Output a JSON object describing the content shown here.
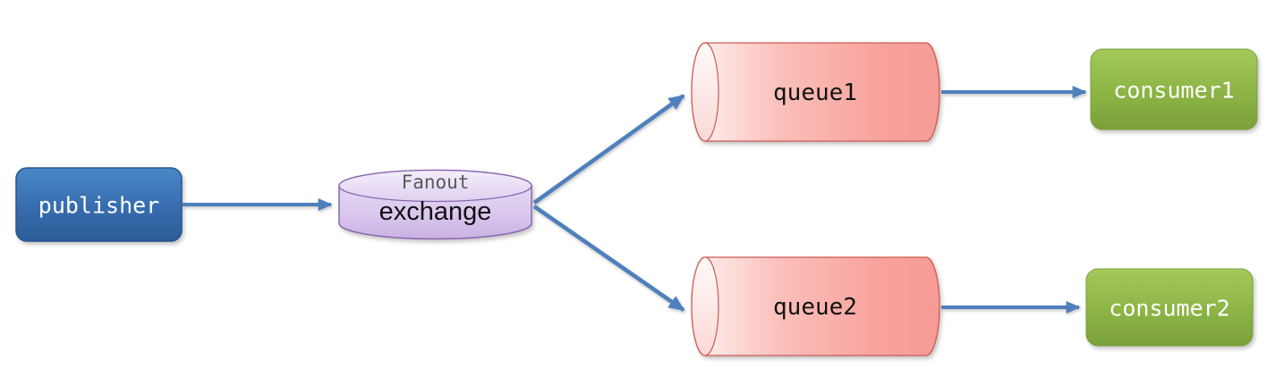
{
  "nodes": {
    "publisher": {
      "label": "publisher",
      "shape": "rounded-rect",
      "fill": "#3a76b7",
      "text_color": "#ffffff"
    },
    "exchange": {
      "label": "exchange",
      "type_label": "Fanout",
      "shape": "cylinder",
      "fill": "#d9c8ec",
      "text_color": "#000000",
      "type_text_color": "#595959"
    },
    "queue1": {
      "label": "queue1",
      "shape": "horizontal-cylinder",
      "fill": "#f89d98",
      "text_color": "#000000"
    },
    "queue2": {
      "label": "queue2",
      "shape": "horizontal-cylinder",
      "fill": "#f89d98",
      "text_color": "#000000"
    },
    "consumer1": {
      "label": "consumer1",
      "shape": "rounded-rect",
      "fill": "#8fb84a",
      "text_color": "#ffffff"
    },
    "consumer2": {
      "label": "consumer2",
      "shape": "rounded-rect",
      "fill": "#8fb84a",
      "text_color": "#ffffff"
    }
  },
  "edges": [
    {
      "from": "publisher",
      "to": "exchange"
    },
    {
      "from": "exchange",
      "to": "queue1"
    },
    {
      "from": "exchange",
      "to": "queue2"
    },
    {
      "from": "queue1",
      "to": "consumer1"
    },
    {
      "from": "queue2",
      "to": "consumer2"
    }
  ],
  "colors": {
    "arrow": "#4d80bd",
    "background": "#ffffff",
    "queue_border": "#cd5b55",
    "exchange_border": "#8a68b0",
    "publisher_border": "#28568e"
  }
}
